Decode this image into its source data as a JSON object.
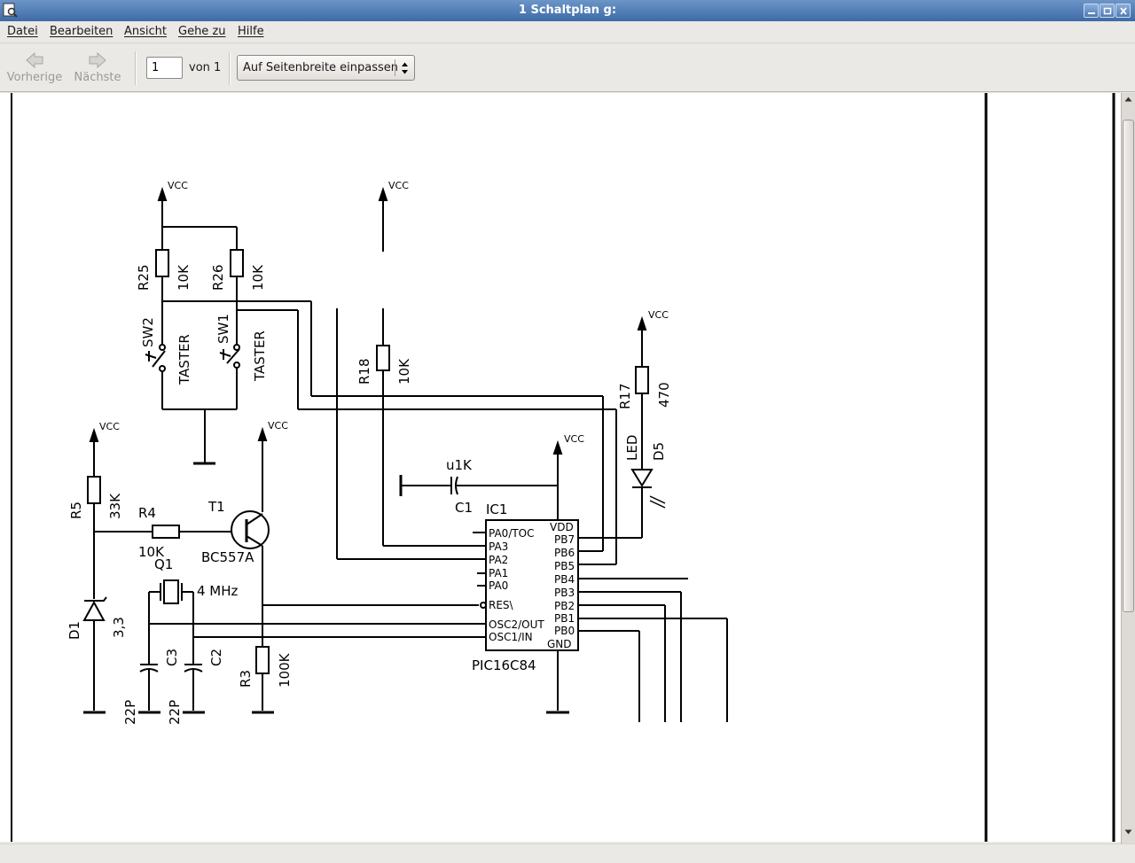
{
  "window": {
    "title": "1 Schaltplan g:"
  },
  "menu": [
    {
      "label": "Datei"
    },
    {
      "label": "Bearbeiten"
    },
    {
      "label": "Ansicht"
    },
    {
      "label": "Gehe zu"
    },
    {
      "label": "Hilfe"
    }
  ],
  "toolbar": {
    "prev_label": "Vorherige",
    "next_label": "Nächste",
    "page_value": "1",
    "page_of": "von 1",
    "zoom_value": "Auf Seitenbreite einpassen"
  },
  "schematic": {
    "vcc": "VCC",
    "r25": "R25",
    "r25_val": "10K",
    "r26": "R26",
    "r26_val": "10K",
    "sw2": "SW2",
    "sw1": "SW1",
    "taster": "TASTER",
    "r18": "R18",
    "r18_val": "10K",
    "r17": "R17",
    "r17_val": "470",
    "led": "LED",
    "d5": "D5",
    "c1_val": "u1K",
    "c1": "C1",
    "ic1": "IC1",
    "ic_part": "PIC16C84",
    "r5": "R5",
    "r5_val": "33K",
    "r4": "R4",
    "r4_val": "10K",
    "t1": "T1",
    "t1_part": "BC557A",
    "q1": "Q1",
    "q1_val": "4 MHz",
    "d1": "D1",
    "d1_val": "3,3",
    "c3": "C3",
    "c2": "C2",
    "c_val": "22P",
    "r3": "R3",
    "r3_val": "100K",
    "pins_left": [
      "PA0/TOC",
      "PA3",
      "PA2",
      "PA1",
      "PA0",
      "RES\\",
      "OSC2/OUT",
      "OSC1/IN"
    ],
    "pins_right": [
      "VDD",
      "PB7",
      "PB6",
      "PB5",
      "PB4",
      "PB3",
      "PB2",
      "PB1",
      "PB0",
      "GND"
    ]
  }
}
